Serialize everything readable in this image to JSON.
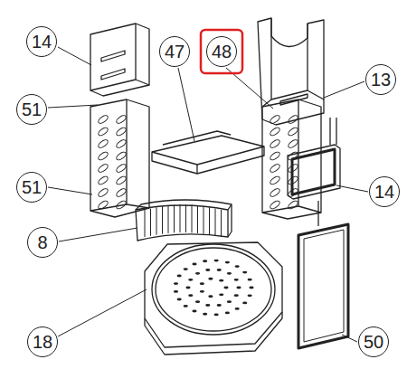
{
  "diagram": {
    "nodes": [
      {
        "text": [
          "14"
        ]
      },
      {
        "text": [
          "47"
        ]
      },
      {
        "text": [
          "48"
        ]
      },
      {
        "text": [
          "13"
        ]
      },
      {
        "text": [
          "51"
        ]
      },
      {
        "text": [
          "51"
        ]
      },
      {
        "text": [
          "14"
        ]
      },
      {
        "text": [
          "8"
        ]
      },
      {
        "text": [
          "18"
        ]
      },
      {
        "text": [
          "50"
        ]
      }
    ]
  }
}
